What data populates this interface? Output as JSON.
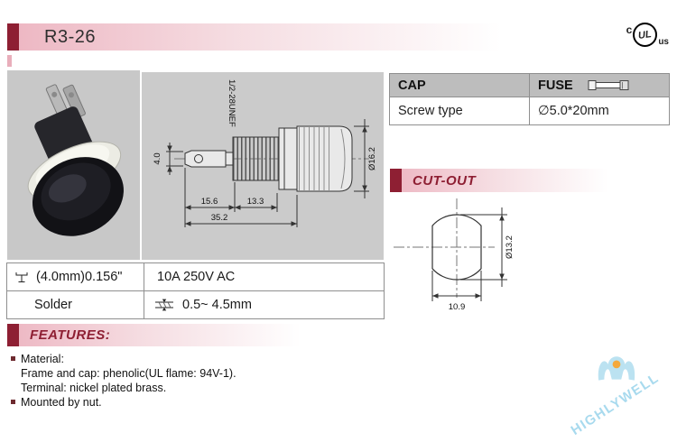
{
  "header": {
    "model": "R3-26"
  },
  "certification": {
    "c": "c",
    "mark": "UL",
    "us": "us"
  },
  "cap_fuse": {
    "cap_header": "CAP",
    "fuse_header": "FUSE",
    "cap_value": "Screw type",
    "fuse_value": "∅5.0*20mm"
  },
  "cutout": {
    "title": "CUT-OUT",
    "diameter": "Ø13.2",
    "width": "10.9"
  },
  "drawing": {
    "thread_label": "1/2-28UNEF",
    "tab_width": "4.0",
    "len_front": "15.6",
    "len_thread": "13.3",
    "len_total": "35.2",
    "cap_diameter": "Ø16.2"
  },
  "specs": {
    "terminal_size": "(4.0mm)0.156\"",
    "termination": "Solder",
    "rating": "10A 250V AC",
    "panel_thickness": "0.5~ 4.5mm"
  },
  "features": {
    "title": "FEATURES:",
    "items": [
      "Material:",
      "Frame and cap: phenolic(UL flame: 94V-1).",
      "Terminal: nickel plated brass.",
      "Mounted by nut."
    ]
  },
  "watermark": {
    "brand": "HIGHLYWELL"
  },
  "icons": {
    "fuse": "cartridge-fuse",
    "terminal": "solder-terminal",
    "panel": "panel-thickness",
    "ul": "ul-listed-mark",
    "brand": "highlywell-logo"
  }
}
